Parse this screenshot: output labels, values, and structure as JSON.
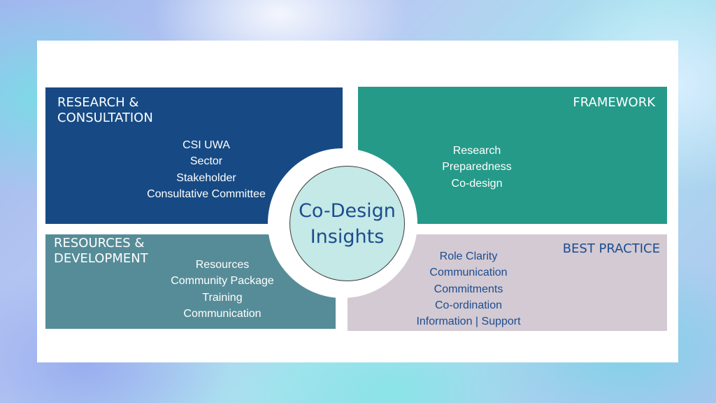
{
  "center": {
    "line1": "Co-Design",
    "line2": "Insights"
  },
  "research": {
    "title_line1": "RESEARCH &",
    "title_line2": "CONSULTATION",
    "items": [
      "CSI UWA",
      "Sector",
      "Stakeholder",
      "Consultative Committee"
    ]
  },
  "framework": {
    "title": "FRAMEWORK",
    "items": [
      "Research",
      "Preparedness",
      "Co-design"
    ]
  },
  "resources": {
    "title_line1": "RESOURCES &",
    "title_line2": "DEVELOPMENT",
    "items": [
      "Resources",
      "Community Package",
      "Training",
      "Communication"
    ]
  },
  "best_practice": {
    "title": "BEST PRACTICE",
    "items": [
      "Role Clarity",
      "Communication",
      "Commitments",
      "Co-ordination",
      "Information | Support"
    ]
  },
  "colors": {
    "research": "#174a84",
    "framework": "#259a89",
    "resources": "#568c98",
    "best_practice": "#d3cad3",
    "center": "#c4e9e6",
    "accent_text": "#1d4c8e"
  }
}
